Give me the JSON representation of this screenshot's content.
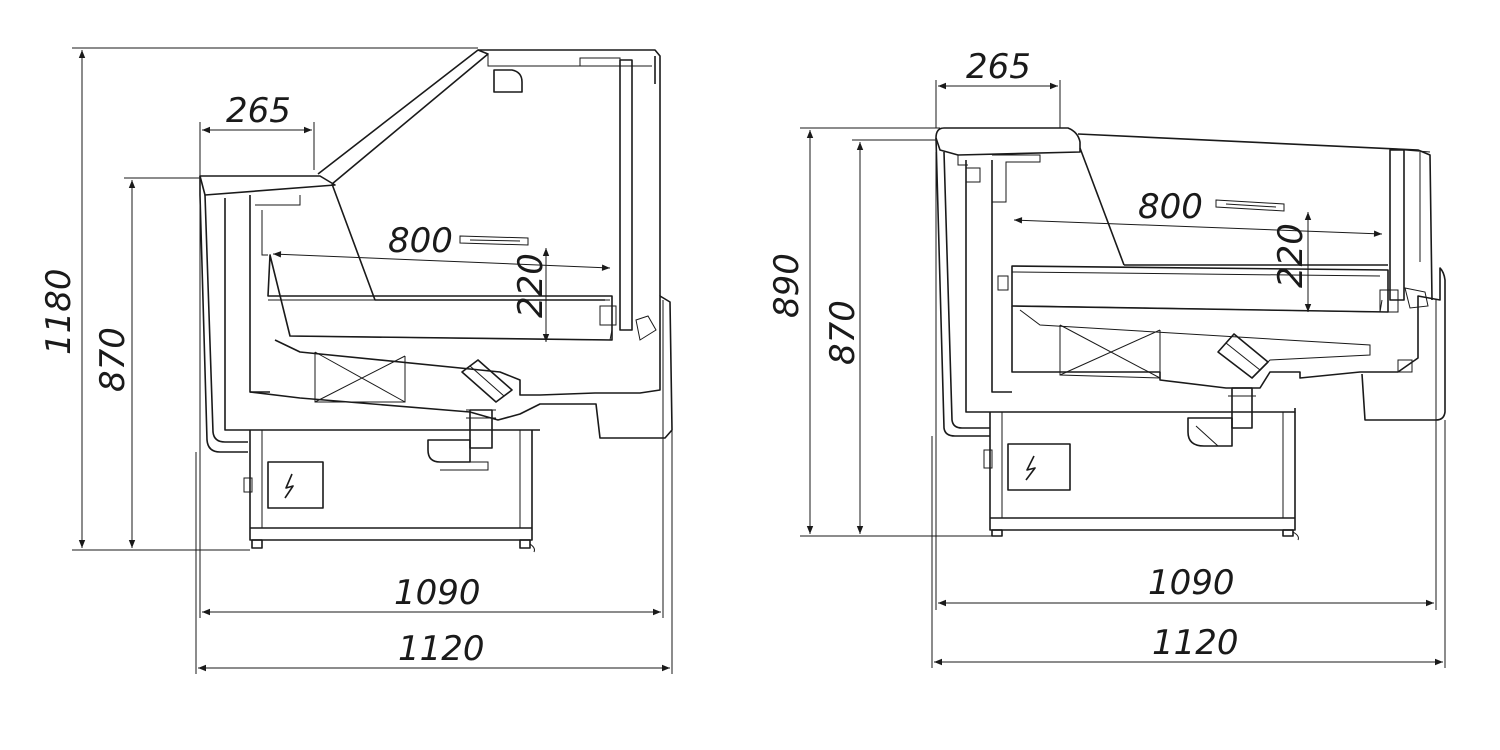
{
  "drawings": {
    "left": {
      "dim_total_height": "1180",
      "dim_counter_height": "870",
      "dim_shelf_depth": "265",
      "dim_display_depth": "800",
      "dim_tray_height": "220",
      "dim_inner_width": "1090",
      "dim_outer_width": "1120"
    },
    "right": {
      "dim_total_height": "890",
      "dim_counter_height": "870",
      "dim_shelf_depth": "265",
      "dim_display_depth": "800",
      "dim_tray_height": "220",
      "dim_inner_width": "1090",
      "dim_outer_width": "1120"
    }
  },
  "icons": {
    "electrical_panel": "lightning-bolt-icon"
  },
  "colors": {
    "line": "#1a1a1a",
    "background": "#ffffff"
  }
}
